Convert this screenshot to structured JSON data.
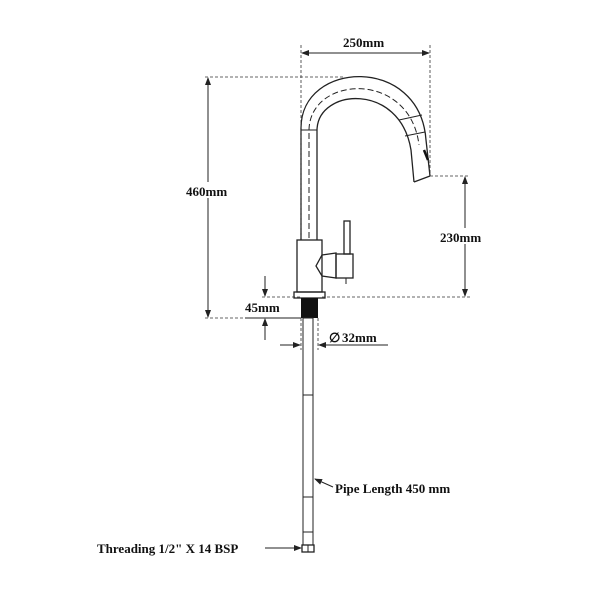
{
  "dimensions": {
    "spout_reach": "250mm",
    "total_height": "460mm",
    "spout_height": "230mm",
    "deck_thickness": "45mm",
    "hole_diameter": "32mm",
    "diameter_symbol": "∅"
  },
  "annotations": {
    "pipe_length": "Pipe Length 450 mm",
    "threading": "Threading 1/2\" X 14 BSP"
  }
}
